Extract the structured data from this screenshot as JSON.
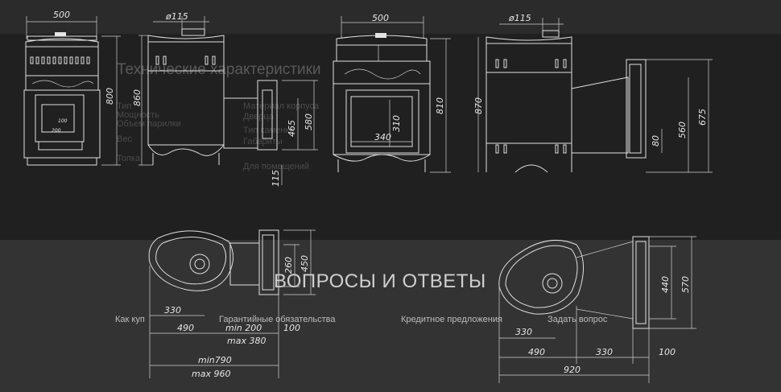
{
  "background": {
    "ghost_title": "Технические характеристики",
    "ghost_specs": [
      "Тип",
      "Мощность",
      "Объем парилки",
      "Вес",
      "Топка",
      "Материал корпуса",
      "Дверца",
      "Тип каменки",
      "Габариты",
      "Для помещений"
    ]
  },
  "faq": {
    "title": "ВОПРОСЫ И ОТВЕТЫ",
    "links": [
      "Как куп",
      "Гарантийные обязательства",
      "Кредитное предложения",
      "Задать вопрос"
    ]
  },
  "drawing": {
    "front_view_1": {
      "width": "500",
      "height": "800",
      "door_width": "200",
      "door_height": "100"
    },
    "side_view_1": {
      "pipe": "ø115",
      "height": "860",
      "tank_height": "580",
      "tank_inner": "465",
      "leg": "115"
    },
    "front_view_2": {
      "width": "500",
      "height": "810",
      "door_width": "340",
      "door_height": "310"
    },
    "side_view_2": {
      "pipe": "ø115",
      "height": "870",
      "tank_height": "675",
      "tank_inner": "560",
      "step": "80"
    },
    "top_view_1": {
      "depth_a": "330",
      "depth_b": "490",
      "min_d": "min 200",
      "max_d": "max 380",
      "tunnel": "100",
      "min_total": "min790",
      "max_total": "max 960",
      "tunnel_h": "260",
      "width": "450"
    },
    "top_view_2": {
      "depth_a": "330",
      "depth_b": "490",
      "tunnel_a": "330",
      "tunnel_b": "100",
      "total": "920",
      "tunnel_h": "440",
      "width": "570"
    }
  }
}
